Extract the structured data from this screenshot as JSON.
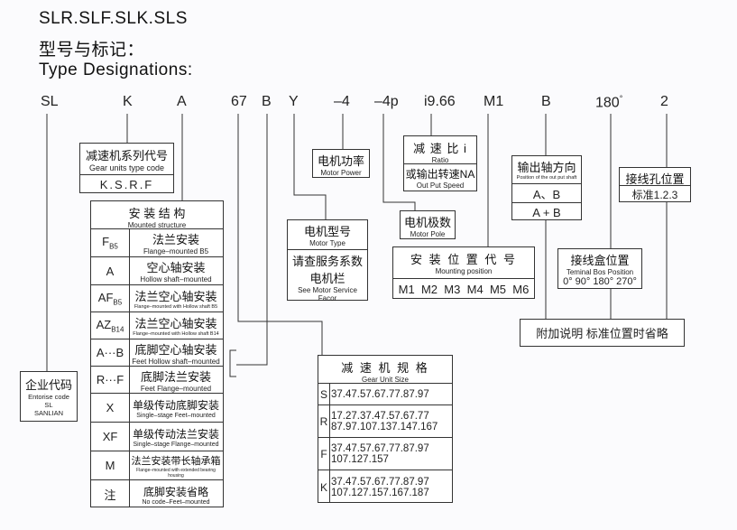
{
  "header": {
    "title": "SLR.SLF.SLK.SLS",
    "subtitle_cn": "型号与标记：",
    "subtitle_en": "Type Designations:"
  },
  "codes": [
    "SL",
    "K",
    "A",
    "67",
    "B",
    "Y",
    "–4",
    "–4p",
    "i9.66",
    "M1",
    "B",
    "180",
    "2"
  ],
  "degree_mark": "°",
  "gear_units_type": {
    "cn": "减速机系列代号",
    "en": "Gear units type code",
    "value": "K.S.R.F"
  },
  "mounted_structure": {
    "cn": "安 装 结 构",
    "en": "Mounted structure",
    "rows": [
      {
        "code": "F",
        "sub": "B5",
        "cn": "法兰安装",
        "en": "Flange–mounted B5"
      },
      {
        "code": "A",
        "sub": "",
        "cn": "空心轴安装",
        "en": "Hollow shaft–mounted"
      },
      {
        "code": "AF",
        "sub": "B5",
        "cn": "法兰空心轴安装",
        "en": "Flange–mounted with Hollow shaft B5"
      },
      {
        "code": "AZ",
        "sub": "B14",
        "cn": "法兰空心轴安装",
        "en": "Flange–mounted with Hollow shaft B14"
      },
      {
        "code": "A···B",
        "sub": "",
        "cn": "底脚空心轴安装",
        "en": "Feet Hollow shaft–mounted"
      },
      {
        "code": "R···F",
        "sub": "",
        "cn": "底脚法兰安装",
        "en": "Feet Flange–mounted"
      },
      {
        "code": "X",
        "sub": "",
        "cn": "单级传动底脚安装",
        "en": "Single–stage Feet–mounted"
      },
      {
        "code": "XF",
        "sub": "",
        "cn": "单级传动法兰安装",
        "en": "Single–stage Flange–mounted"
      },
      {
        "code": "M",
        "sub": "",
        "cn": "法兰安装带长轴承箱",
        "en": "Flange–mounted with extended bearing housing"
      },
      {
        "code": "注",
        "sub": "",
        "cn": "底脚安装省略",
        "en": "No code–Feet–mounted"
      }
    ]
  },
  "enterprise": {
    "cn": "企业代码",
    "en1": "Entorise code",
    "en2": "SL",
    "en3": "SANLIAN"
  },
  "motor_power": {
    "cn": "电机功率",
    "en": "Motor Power"
  },
  "motor_type": {
    "cn": "电机型号",
    "en": "Motor Type",
    "cn2a": "请查服务系数",
    "cn2b": "电机栏",
    "en2a": "See Motor Service",
    "en2b": "Facor"
  },
  "ratio": {
    "cn": "减 速 比 i",
    "en": "Ratio",
    "cn2": "或输出转速NA",
    "en2": "Out Put Speed"
  },
  "motor_pole": {
    "cn": "电机极数",
    "en": "Motor Pole"
  },
  "mounting_position": {
    "cn": "安 装 位 置 代 号",
    "en": "Mounting position",
    "values": [
      "M1",
      "M2",
      "M3",
      "M4",
      "M5",
      "M6"
    ]
  },
  "output_shaft": {
    "cn": "输出轴方向",
    "en": "Position of the out put shaft",
    "opt1": "A、B",
    "opt2": "A + B"
  },
  "terminal_box": {
    "cn": "接线盒位置",
    "en": "Teminal Bos Position",
    "values": "0° 90° 180° 270°"
  },
  "cable_hole": {
    "cn": "接线孔位置",
    "value": "标准1.2.3"
  },
  "note": {
    "text": "附加说明  标准位置时省略"
  },
  "gear_unit_size": {
    "cn": "减 速 机 规 格",
    "en": "Gear Unit Size",
    "rows": [
      {
        "letter": "S",
        "lines": [
          "37.47.57.67.77.87.97"
        ]
      },
      {
        "letter": "R",
        "lines": [
          "17.27.37.47.57.67.77",
          "87.97.107.137.147.167"
        ]
      },
      {
        "letter": "F",
        "lines": [
          "37.47.57.67.77.87.97",
          "107.127.157"
        ]
      },
      {
        "letter": "K",
        "lines": [
          "37.47.57.67.77.87.97",
          "107.127.157.167.187"
        ]
      }
    ]
  }
}
